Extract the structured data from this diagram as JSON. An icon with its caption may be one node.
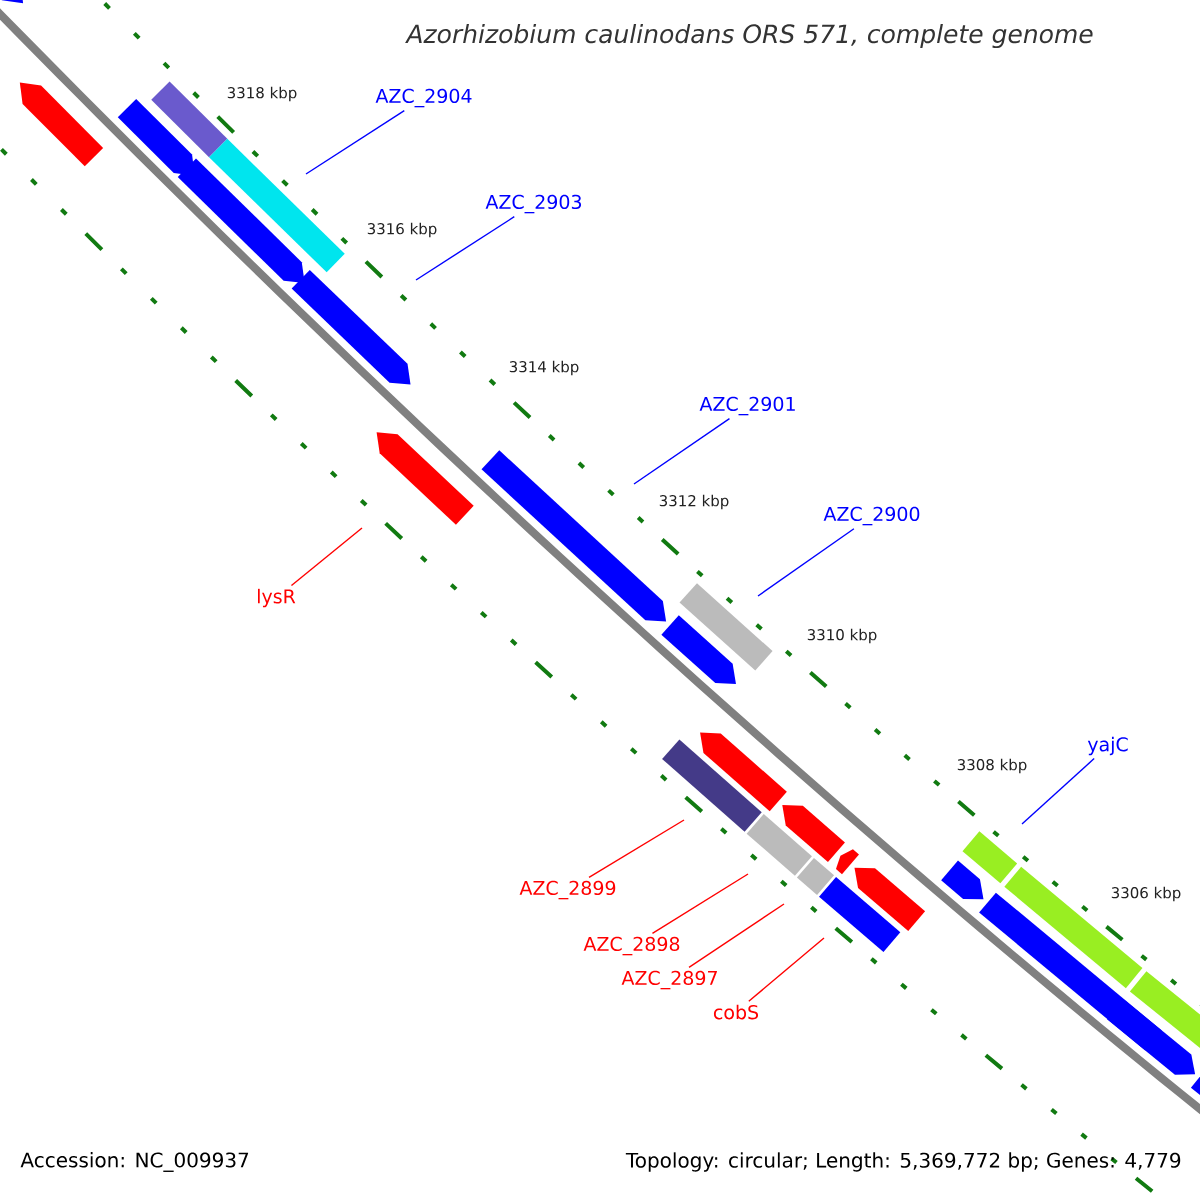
{
  "diagram": {
    "title": "Azorhizobium caulinodans ORS 571, complete genome",
    "nodes": [
      {
        "text": [
          "AZC_2904"
        ]
      },
      {
        "text": [
          "AZC_2903"
        ]
      },
      {
        "text": [
          "AZC_2901"
        ]
      },
      {
        "text": [
          "AZC_2900"
        ]
      },
      {
        "text": [
          "lysR"
        ]
      },
      {
        "text": [
          "yajC"
        ]
      },
      {
        "text": [
          "AZC_2899"
        ]
      },
      {
        "text": [
          "AZC_2898"
        ]
      },
      {
        "text": [
          "AZC_2897"
        ]
      },
      {
        "text": [
          "cobS"
        ]
      }
    ],
    "edges": [
      {
        "from": 0,
        "to": null,
        "arrow": "none",
        "color": "#0000ff"
      },
      {
        "from": 1,
        "to": null,
        "arrow": "none",
        "color": "#0000ff"
      },
      {
        "from": 2,
        "to": null,
        "arrow": "none",
        "color": "#0000ff"
      },
      {
        "from": 3,
        "to": null,
        "arrow": "none",
        "color": "#0000ff"
      },
      {
        "from": 4,
        "to": null,
        "arrow": "none",
        "color": "#ff0000"
      },
      {
        "from": 5,
        "to": null,
        "arrow": "none",
        "color": "#0000ff"
      },
      {
        "from": 6,
        "to": null,
        "arrow": "none",
        "color": "#ff0000"
      },
      {
        "from": 7,
        "to": null,
        "arrow": "none",
        "color": "#ff0000"
      },
      {
        "from": 8,
        "to": null,
        "arrow": "none",
        "color": "#ff0000"
      },
      {
        "from": 9,
        "to": null,
        "arrow": "none",
        "color": "#ff0000"
      }
    ],
    "labels": [
      "3318 kbp",
      "3316 kbp",
      "3314 kbp",
      "3312 kbp",
      "3310 kbp",
      "3308 kbp",
      "3306 kbp",
      "Accession: NC_009937",
      "Topology: circular; Length: 5,369,772 bp; Genes: 4,779"
    ]
  }
}
